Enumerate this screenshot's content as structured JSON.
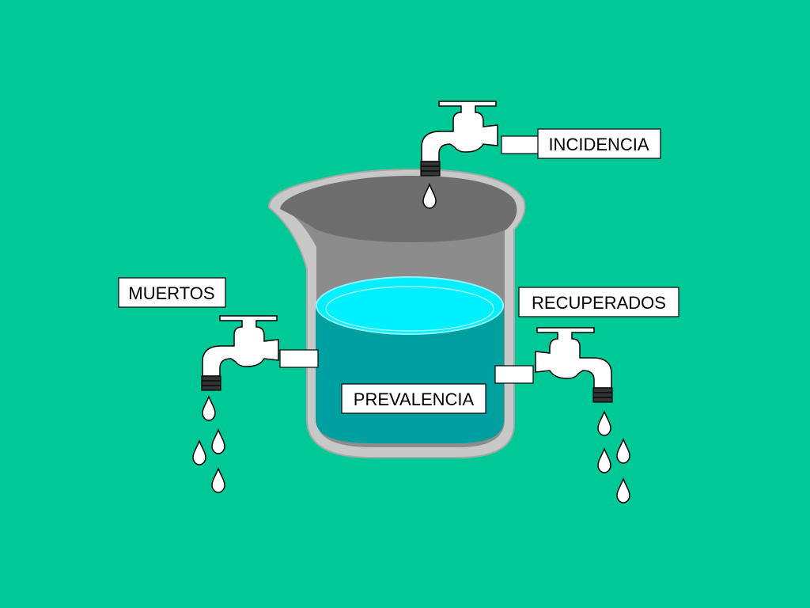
{
  "diagram": {
    "labels": {
      "incidence": "INCIDENCIA",
      "deaths": "MUERTOS",
      "recovered": "RECUPERADOS",
      "prevalence": "PREVALENCIA"
    },
    "colors": {
      "background": "#00C896",
      "beaker_glass": "#C8C8C8",
      "beaker_inside": "#8C8C8C",
      "beaker_mouth": "#6E6E6E",
      "liquid": "#00A0A0",
      "liquid_surface": "#00F0FF",
      "faucet": "#FFFFFF",
      "outline": "#000000"
    },
    "icons": [
      "beaker-icon",
      "faucet-icon",
      "water-drop-icon"
    ]
  }
}
